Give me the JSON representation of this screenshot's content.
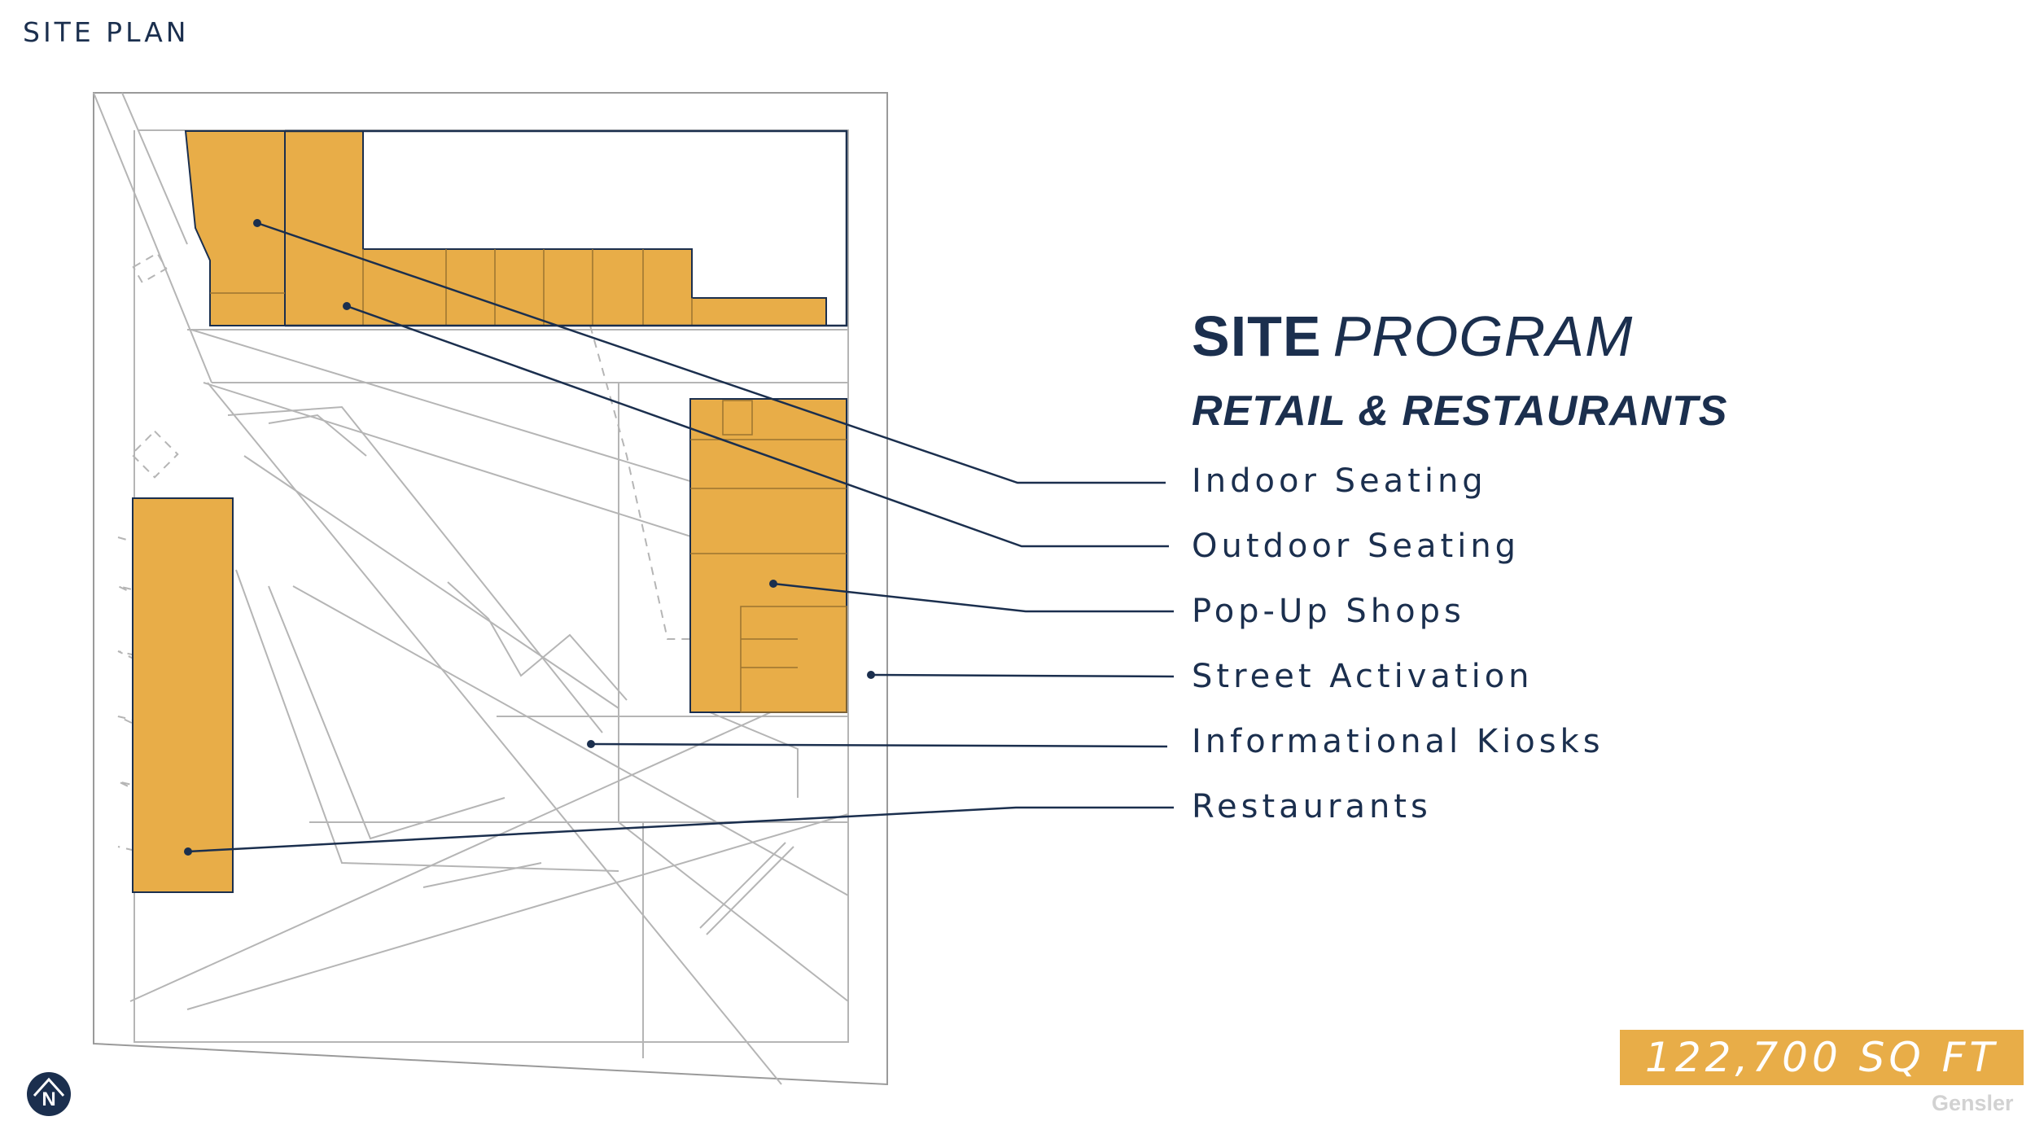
{
  "page_label": "SITE PLAN",
  "title": {
    "bold": "SITE",
    "italic": "PROGRAM"
  },
  "subtitle": "RETAIL & RESTAURANTS",
  "legend": [
    "Indoor Seating",
    "Outdoor Seating",
    "Pop-Up Shops",
    "Street Activation",
    "Informational Kiosks",
    "Restaurants"
  ],
  "area": "122,700 SQ FT",
  "brand": "Gensler",
  "north_label": "N",
  "colors": {
    "program_fill": "#e8ad48",
    "navy": "#1b2f4e",
    "linework": "#9a9a9a"
  }
}
